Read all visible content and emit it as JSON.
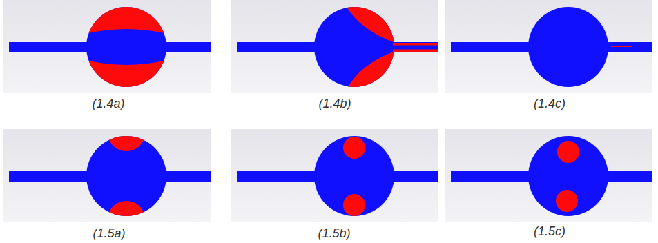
{
  "diagram": {
    "labels": [
      "(1.4a)",
      "(1.4b)",
      "(1.4c)",
      "(1.5a)",
      "(1.5b)",
      "(1.5c)"
    ]
  }
}
